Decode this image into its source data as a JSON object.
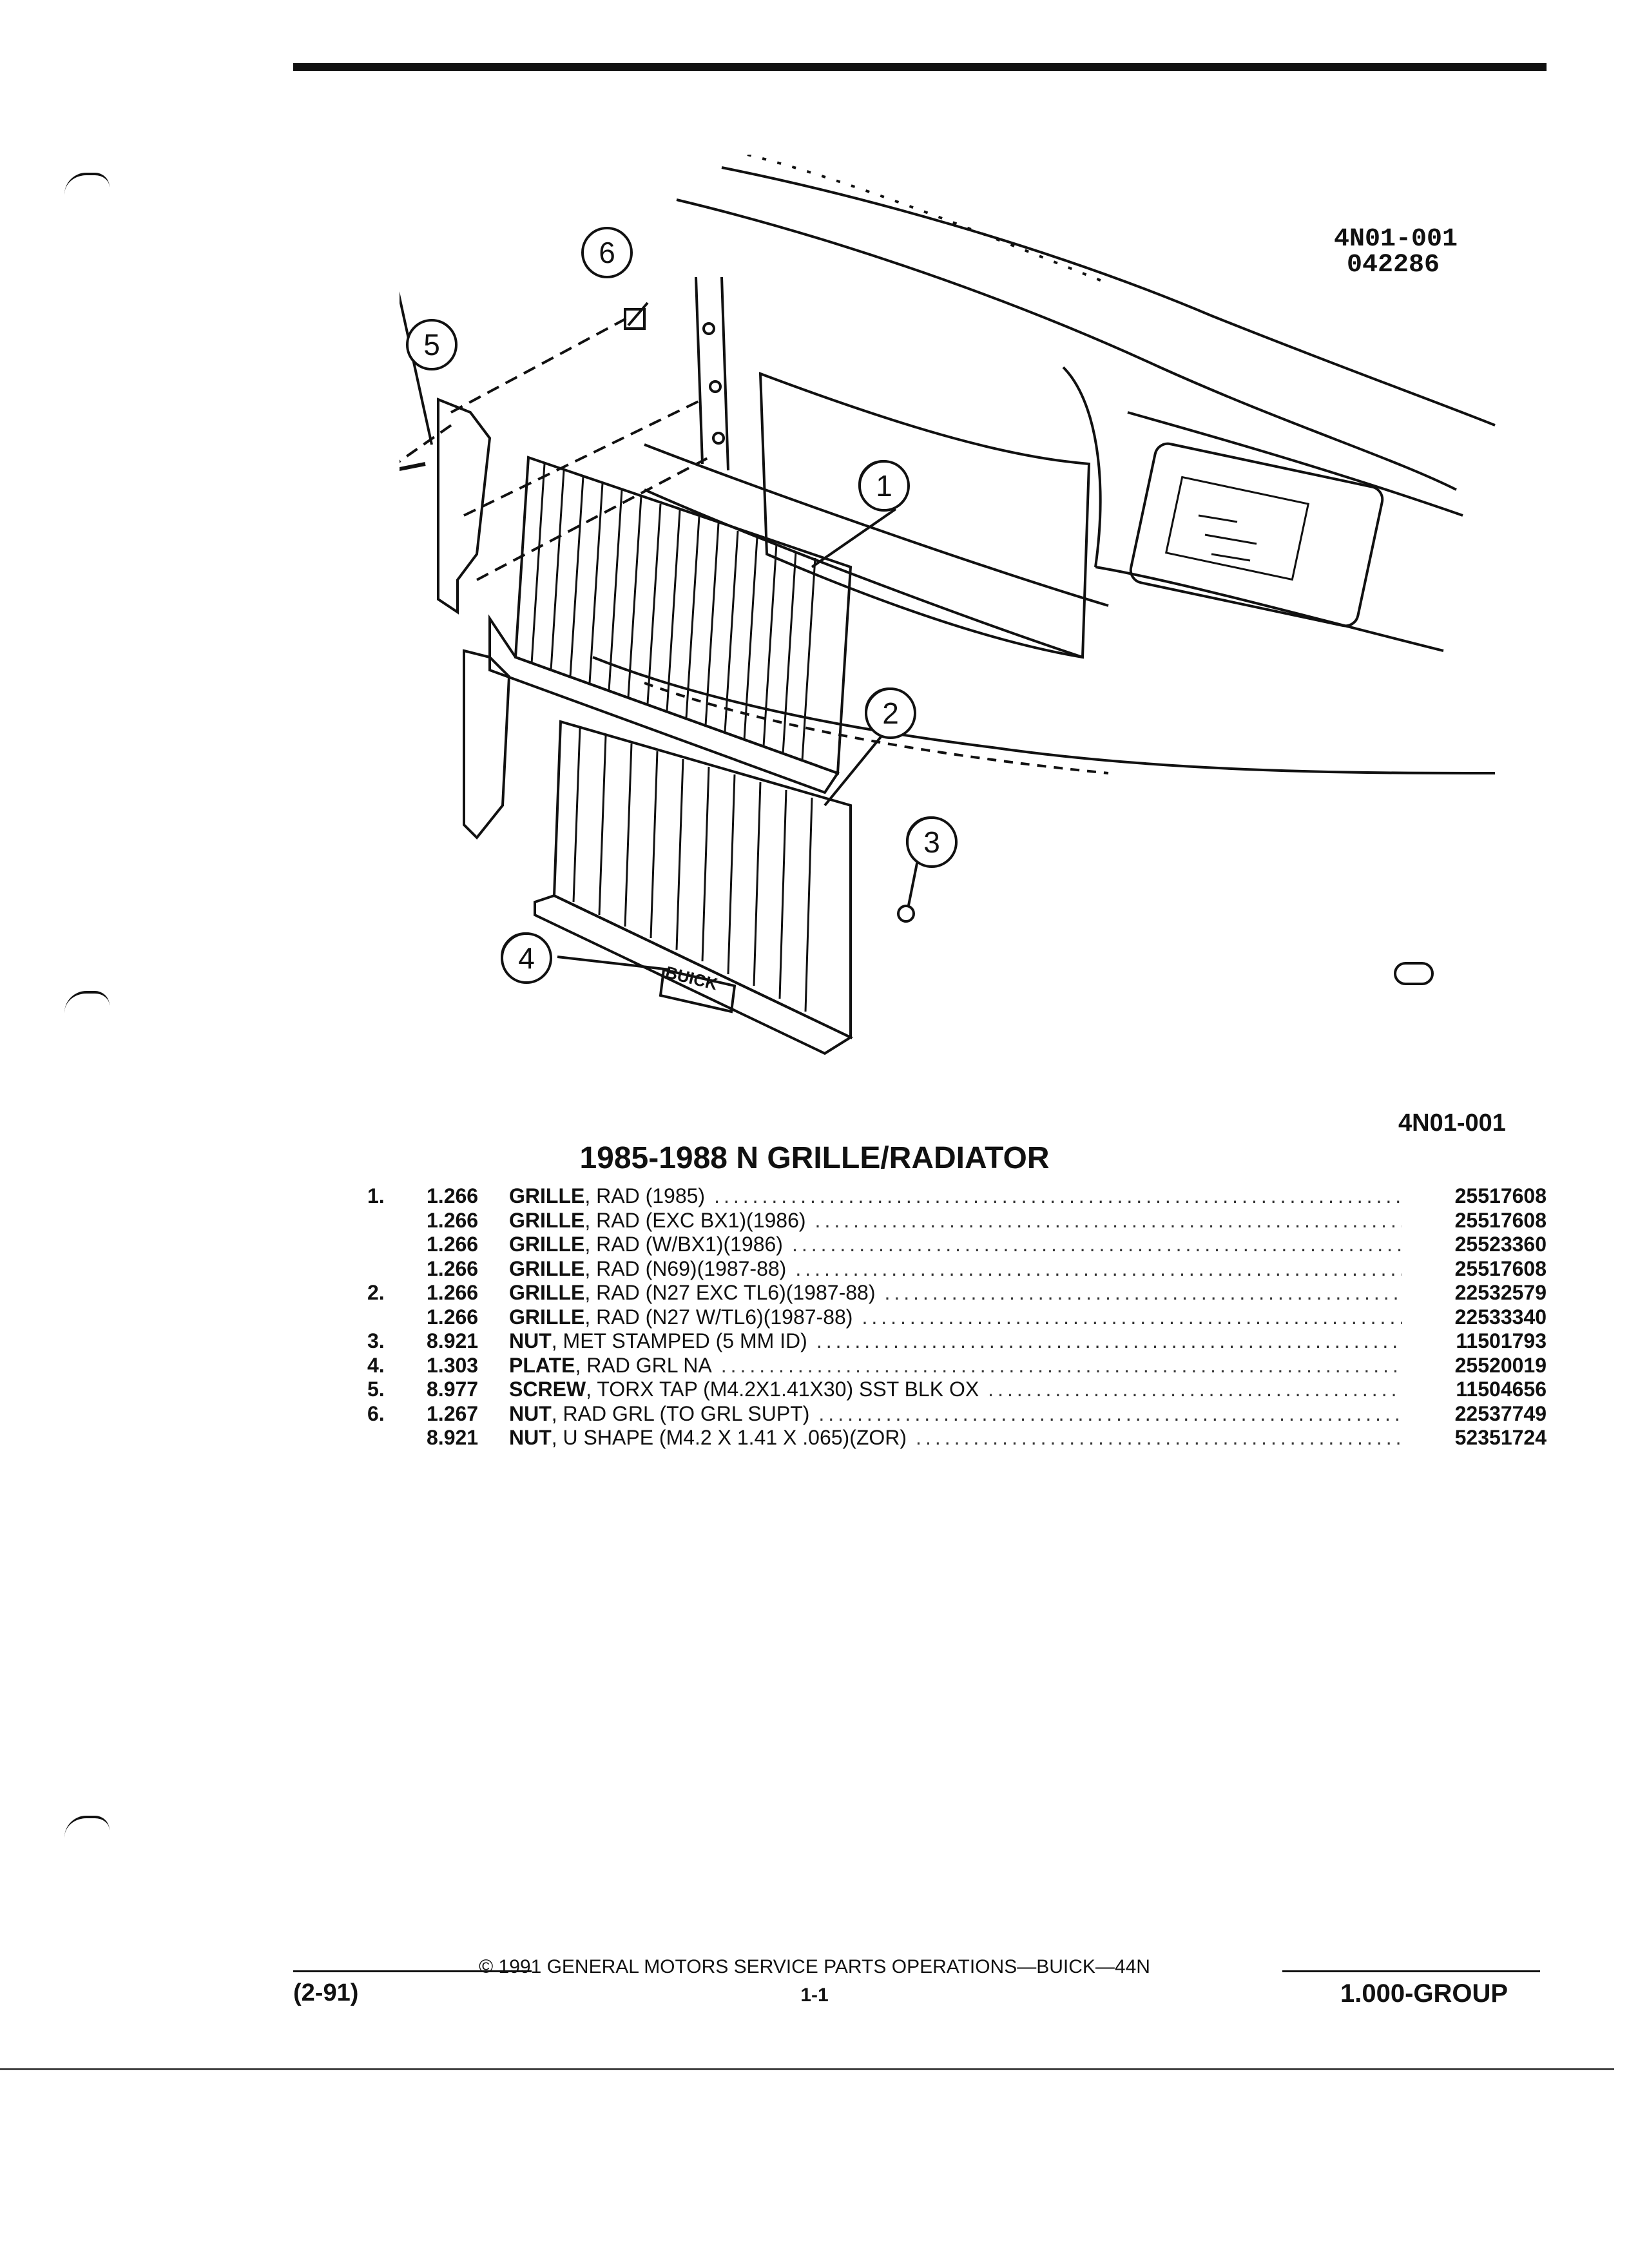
{
  "diagram": {
    "codes": [
      "4N01-001",
      "042286"
    ],
    "callouts": [
      "1",
      "2",
      "3",
      "4",
      "5",
      "6"
    ],
    "emblem_text": "BUICK",
    "logo": "gm-logo-icon"
  },
  "section": {
    "code": "4N01-001",
    "title": "1985-1988 N GRILLE/RADIATOR"
  },
  "parts": [
    {
      "index": "1.",
      "group": "1.266",
      "name": "GRILLE",
      "desc": ", RAD (1985)",
      "part_no": "25517608"
    },
    {
      "index": "",
      "group": "1.266",
      "name": "GRILLE",
      "desc": ", RAD (EXC BX1)(1986)",
      "part_no": "25517608"
    },
    {
      "index": "",
      "group": "1.266",
      "name": "GRILLE",
      "desc": ", RAD (W/BX1)(1986)",
      "part_no": "25523360"
    },
    {
      "index": "",
      "group": "1.266",
      "name": "GRILLE",
      "desc": ", RAD (N69)(1987-88)",
      "part_no": "25517608"
    },
    {
      "index": "2.",
      "group": "1.266",
      "name": "GRILLE",
      "desc": ", RAD (N27 EXC TL6)(1987-88)",
      "part_no": "22532579"
    },
    {
      "index": "",
      "group": "1.266",
      "name": "GRILLE",
      "desc": ", RAD (N27 W/TL6)(1987-88)",
      "part_no": "22533340"
    },
    {
      "index": "3.",
      "group": "8.921",
      "name": "NUT",
      "desc": ", MET STAMPED (5 MM ID)",
      "part_no": "11501793"
    },
    {
      "index": "4.",
      "group": "1.303",
      "name": "PLATE",
      "desc": ", RAD GRL NA",
      "part_no": "25520019"
    },
    {
      "index": "5.",
      "group": "8.977",
      "name": "SCREW",
      "desc": ", TORX TAP (M4.2X1.41X30) SST BLK OX",
      "part_no": "11504656"
    },
    {
      "index": "6.",
      "group": "1.267",
      "name": "NUT",
      "desc": ", RAD GRL (TO GRL SUPT)",
      "part_no": "22537749"
    },
    {
      "index": "",
      "group": "8.921",
      "name": "NUT",
      "desc": ", U SHAPE (M4.2 X 1.41 X .065)(ZOR)",
      "part_no": "52351724"
    }
  ],
  "footer": {
    "copyright": "© 1991 GENERAL MOTORS SERVICE PARTS OPERATIONS—BUICK—44N",
    "date": "(2-91)",
    "page": "1-1",
    "group": "1.000-GROUP"
  }
}
